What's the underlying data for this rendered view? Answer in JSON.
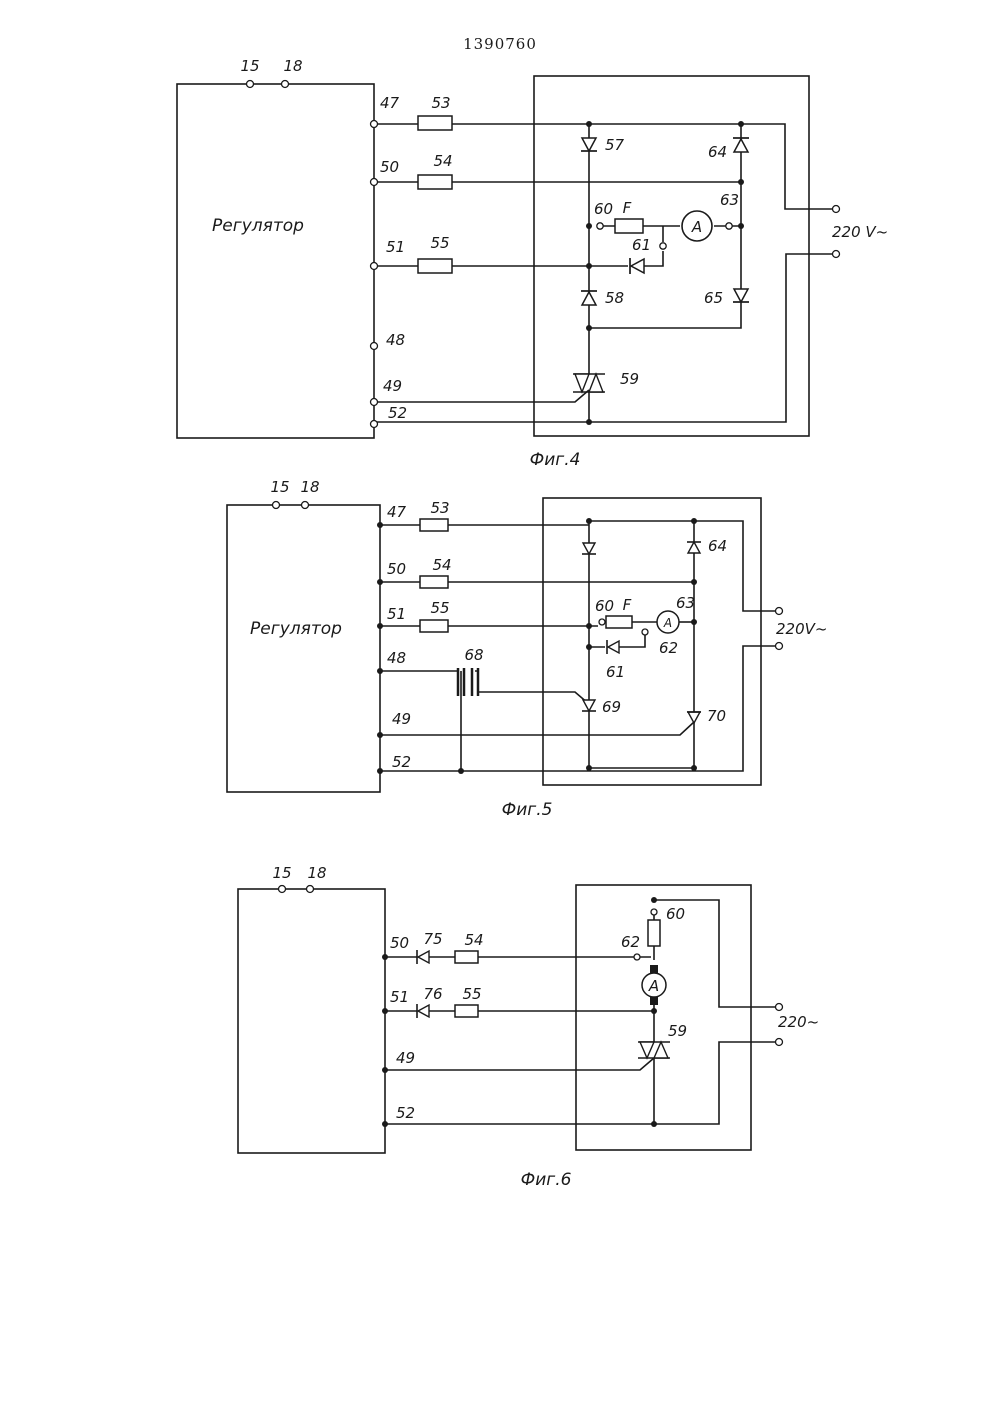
{
  "header": {
    "patent_number": "1390760"
  },
  "fig4": {
    "caption": "Фиг.4",
    "block_label": "Регулятор",
    "top_terminals": [
      "15",
      "18"
    ],
    "terminals": [
      "47",
      "50",
      "51",
      "48",
      "49",
      "52"
    ],
    "resistors": [
      "53",
      "54",
      "55"
    ],
    "components": [
      "57",
      "58",
      "59",
      "60",
      "61",
      "63",
      "64",
      "65"
    ],
    "motor": "A",
    "field": "F",
    "supply": "220 V~"
  },
  "fig5": {
    "caption": "Фиг.5",
    "block_label": "Регулятор",
    "top_terminals": [
      "15",
      "18"
    ],
    "terminals": [
      "47",
      "50",
      "51",
      "48",
      "49",
      "52"
    ],
    "resistors": [
      "53",
      "54",
      "55"
    ],
    "components": [
      "60",
      "61",
      "62",
      "63",
      "64",
      "68",
      "69",
      "70"
    ],
    "motor": "A",
    "field": "F",
    "supply": "220V~"
  },
  "fig6": {
    "caption": "Фиг.6",
    "top_terminals": [
      "15",
      "18"
    ],
    "terminals": [
      "50",
      "51",
      "49",
      "52"
    ],
    "diodes": [
      "75",
      "76"
    ],
    "resistors": [
      "54",
      "55"
    ],
    "components": [
      "59",
      "60",
      "62"
    ],
    "motor": "A",
    "supply": "220~"
  }
}
